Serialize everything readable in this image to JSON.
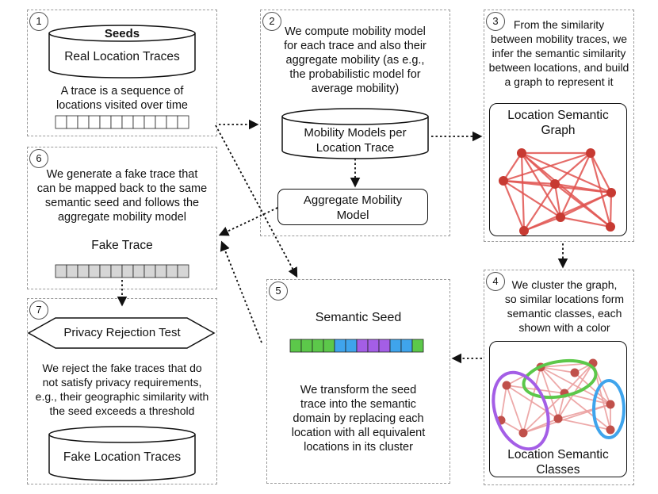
{
  "panel1": {
    "num": "1",
    "seeds_label": "Seeds",
    "db_label": "Real Location Traces",
    "desc_line1": "A trace is a sequence of",
    "desc_line2": "locations visited over time"
  },
  "panel2": {
    "num": "2",
    "desc_line1": "We compute mobility model",
    "desc_line2": "for each trace and also their",
    "desc_line3": "aggregate mobility (as e.g.,",
    "desc_line4": "the probabilistic model for",
    "desc_line5": "average mobility)",
    "db_line1": "Mobility Models per",
    "db_line2": "Location Trace",
    "box_line1": "Aggregate Mobility",
    "box_line2": "Model"
  },
  "panel3": {
    "num": "3",
    "desc_line1": "From the similarity",
    "desc_line2": "between mobility traces, we",
    "desc_line3": "infer the semantic similarity",
    "desc_line4": "between locations, and build",
    "desc_line5": "a graph to represent it",
    "graph_line1": "Location Semantic",
    "graph_line2": "Graph"
  },
  "panel4": {
    "num": "4",
    "desc_line1": "We cluster the graph,",
    "desc_line2": "so similar locations form",
    "desc_line3": "semantic classes, each",
    "desc_line4": "shown with a color",
    "graph_line1": "Location Semantic",
    "graph_line2": "Classes"
  },
  "panel5": {
    "num": "5",
    "title": "Semantic Seed",
    "desc_line1": "We transform the seed",
    "desc_line2": "trace into the semantic",
    "desc_line3": "domain by replacing each",
    "desc_line4": "location with all equivalent",
    "desc_line5": "locations in its cluster",
    "seed_cells": [
      "green",
      "green",
      "green",
      "green",
      "blue",
      "blue",
      "purple",
      "purple",
      "purple",
      "blue",
      "blue",
      "green"
    ]
  },
  "panel6": {
    "num": "6",
    "desc_line1": "We generate a fake trace that",
    "desc_line2": "can be mapped back to the same",
    "desc_line3": "semantic seed and follows the",
    "desc_line4": "aggregate mobility model",
    "title": "Fake Trace"
  },
  "panel7": {
    "num": "7",
    "test_label": "Privacy Rejection Test",
    "desc_line1": "We reject the fake traces that do",
    "desc_line2": "not satisfy privacy requirements,",
    "desc_line3": "e.g., their geographic similarity with",
    "desc_line4": "the seed exceeds a threshold",
    "db_label": "Fake Location Traces"
  },
  "colors": {
    "edge": "#e0524f",
    "node": "#c73a32",
    "green": "#5cc84a",
    "blue": "#3fa4ec",
    "purple": "#a45ee6",
    "fake_cell": "#d6d6d6",
    "panel_border": "#9a9a9a"
  }
}
